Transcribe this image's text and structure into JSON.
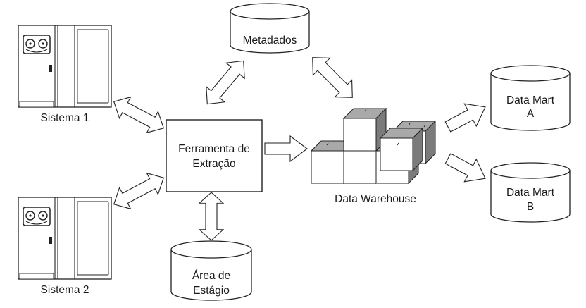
{
  "diagram": {
    "nodes": {
      "sistema1": {
        "label": "Sistema 1"
      },
      "sistema2": {
        "label": "Sistema 2"
      },
      "ferramenta": {
        "label_line1": "Ferramenta de",
        "label_line2": "Extração"
      },
      "metadados": {
        "label": "Metadados"
      },
      "area_estagio": {
        "label_line1": "Área de",
        "label_line2": "Estágio"
      },
      "data_warehouse": {
        "label": "Data Warehouse"
      },
      "data_mart_a": {
        "label_line1": "Data Mart",
        "label_line2": "A"
      },
      "data_mart_b": {
        "label_line1": "Data Mart",
        "label_line2": "B"
      }
    },
    "connections": [
      {
        "from": "sistema1",
        "to": "ferramenta",
        "type": "double-arrow"
      },
      {
        "from": "sistema2",
        "to": "ferramenta",
        "type": "double-arrow"
      },
      {
        "from": "ferramenta",
        "to": "metadados",
        "type": "double-arrow"
      },
      {
        "from": "metadados",
        "to": "data_warehouse",
        "type": "double-arrow"
      },
      {
        "from": "ferramenta",
        "to": "area_estagio",
        "type": "double-arrow"
      },
      {
        "from": "ferramenta",
        "to": "data_warehouse",
        "type": "arrow"
      },
      {
        "from": "data_warehouse",
        "to": "data_mart_a",
        "type": "arrow"
      },
      {
        "from": "data_warehouse",
        "to": "data_mart_b",
        "type": "arrow"
      }
    ]
  }
}
